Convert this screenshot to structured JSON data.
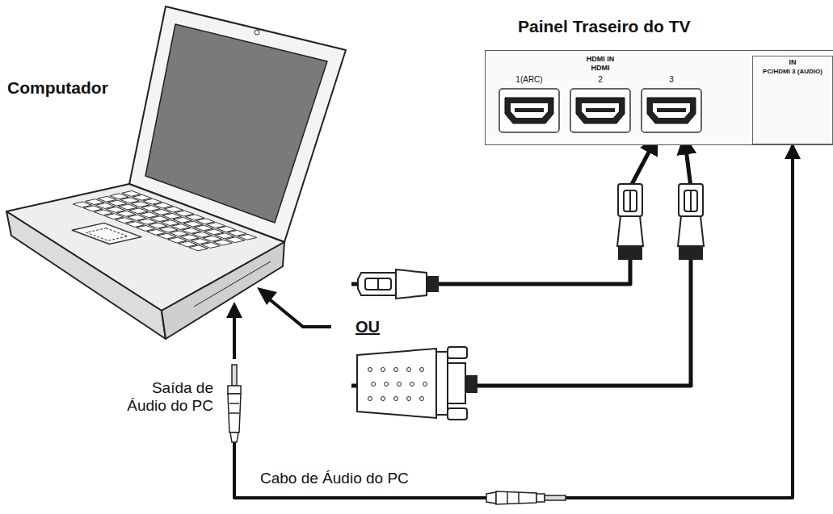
{
  "diagram": {
    "nodes": [
      {
        "text": [
          "Computador"
        ]
      },
      {
        "text": [
          "Painel Traseiro do TV"
        ]
      },
      {
        "text": [
          "HDMI IN",
          "HDMI"
        ],
        "in": 1
      },
      {
        "text": [
          "1(ARC)"
        ],
        "in": 2
      },
      {
        "text": [
          "2"
        ],
        "in": 2
      },
      {
        "text": [
          "3"
        ],
        "in": 2
      },
      {
        "text": [
          "IN",
          "PC/HDMI 3 (AUDIO)"
        ],
        "in": 1
      }
    ],
    "edges": [
      {
        "from": 0,
        "to": 5,
        "arrow": "to"
      },
      {
        "from": 0,
        "to": 5,
        "arrow": "to"
      },
      {
        "from": 0,
        "to": 6,
        "arrow": "to"
      }
    ],
    "labels": [
      "OU",
      "Saída de Áudio do PC",
      "Cabo de Áudio do PC"
    ]
  }
}
